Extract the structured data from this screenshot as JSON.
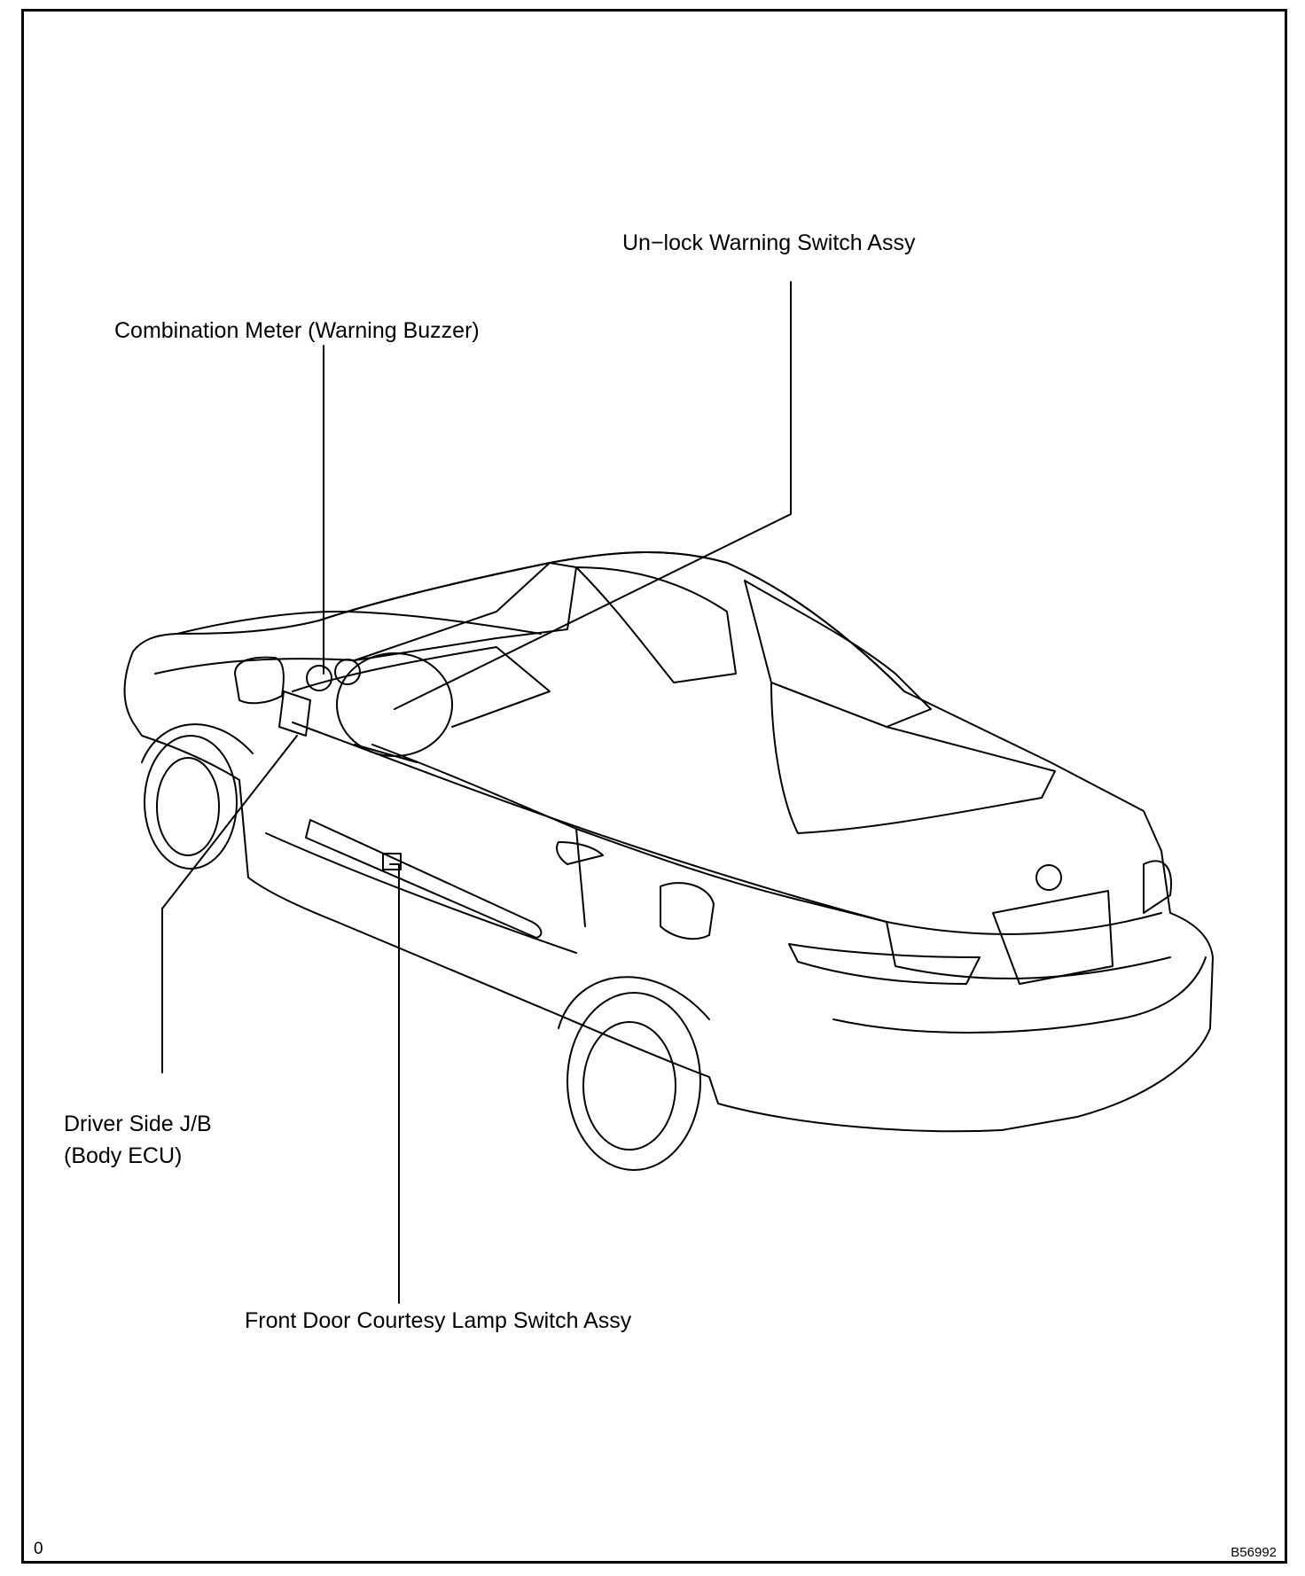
{
  "labels": {
    "unlock_warning_switch": "Un−lock Warning Switch Assy",
    "combination_meter": "Combination Meter (Warning Buzzer)",
    "driver_side_jb_line1": "Driver Side J/B",
    "driver_side_jb_line2": "(Body ECU)",
    "front_door_courtesy_switch": "Front Door Courtesy Lamp Switch Assy"
  },
  "corner_mark": "0",
  "figure_code": "B56992",
  "colors": {
    "line": "#000000",
    "background": "#ffffff"
  }
}
